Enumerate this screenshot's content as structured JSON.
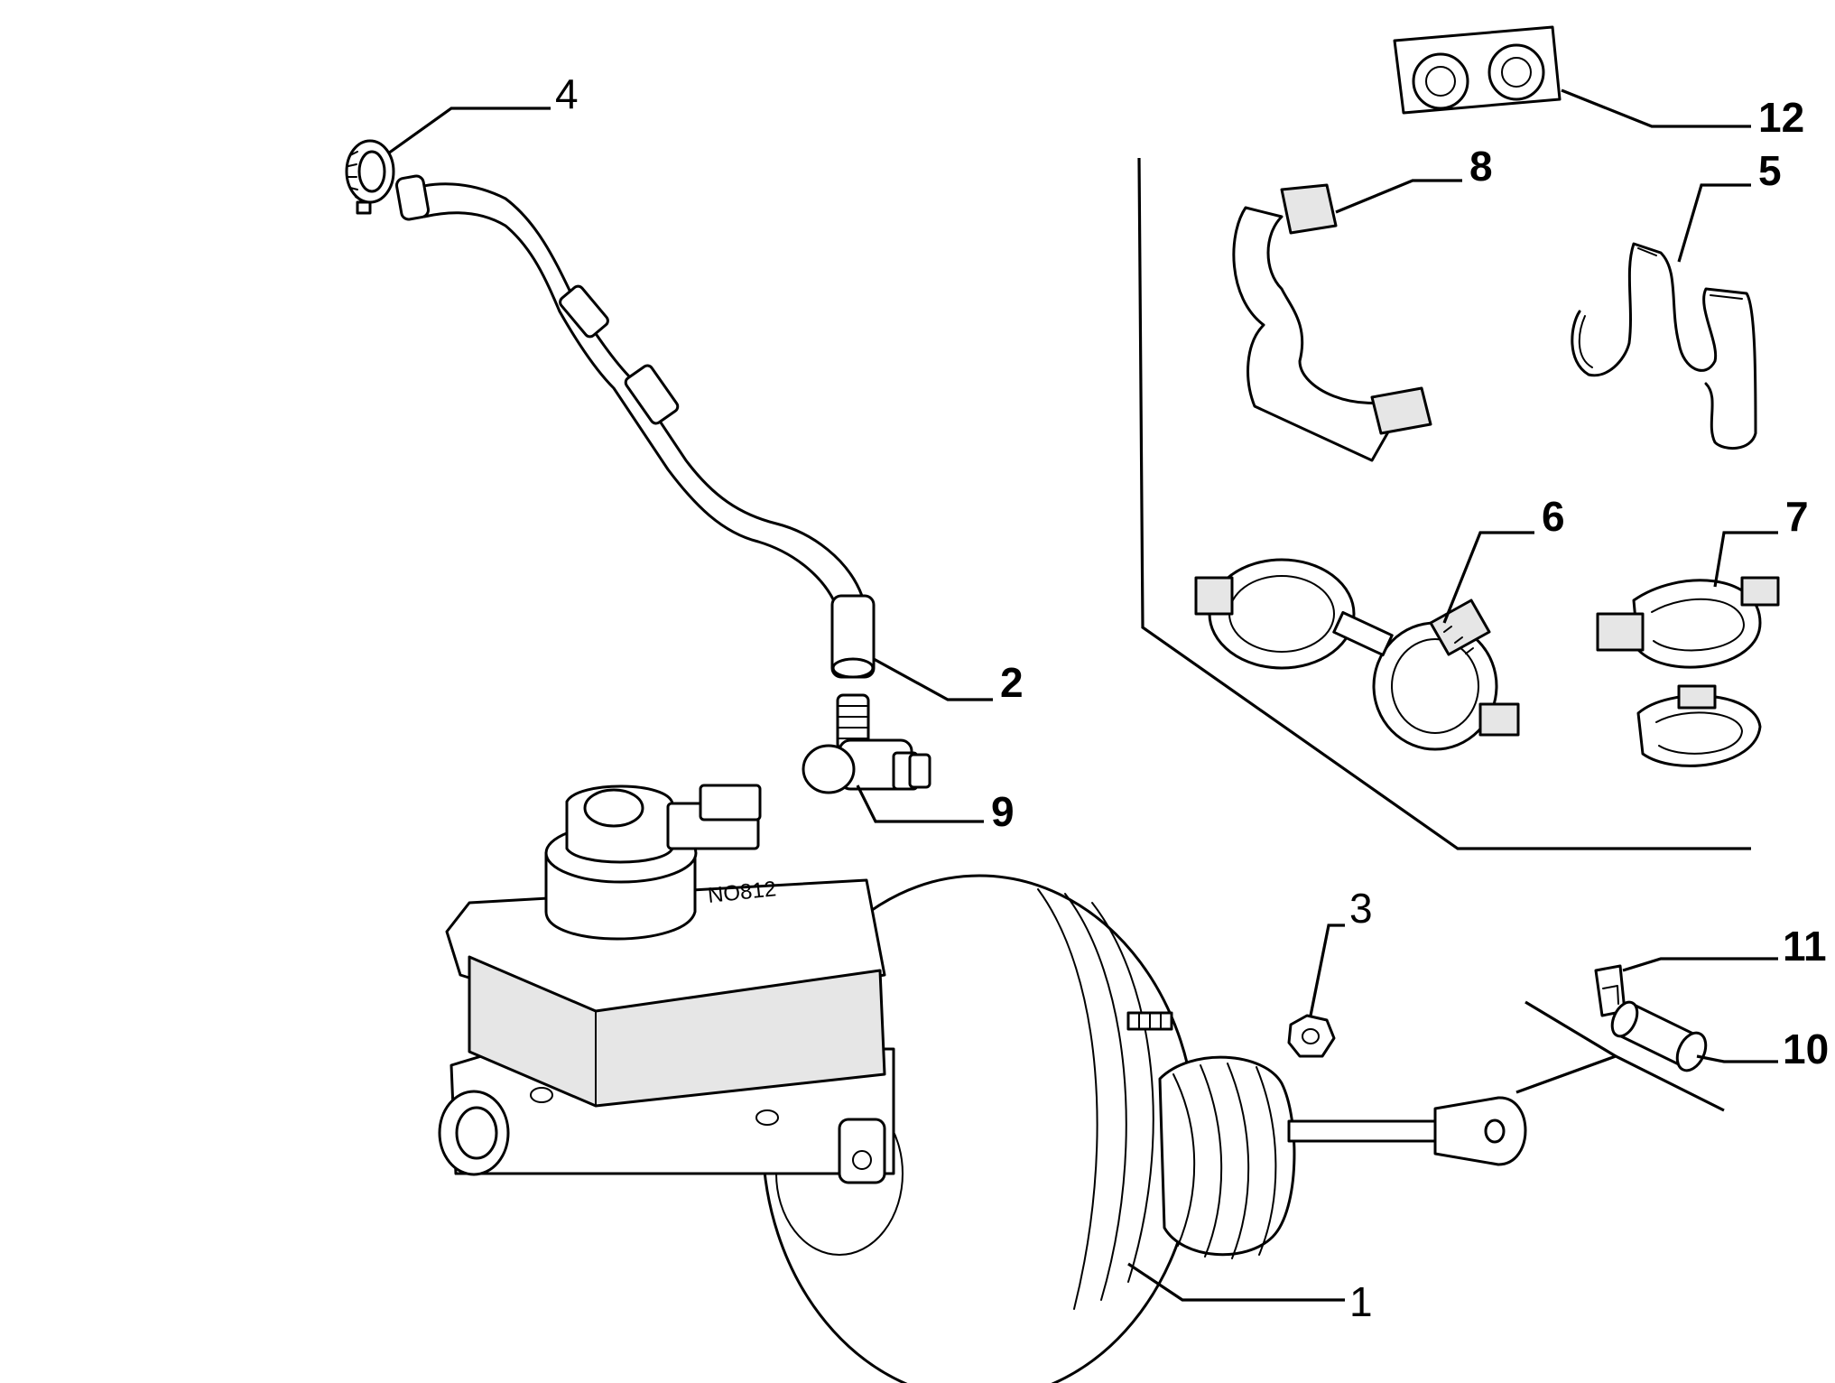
{
  "callouts": {
    "c1": "1",
    "c2": "2",
    "c3": "3",
    "c4": "4",
    "c5": "5",
    "c6": "6",
    "c7": "7",
    "c8": "8",
    "c9": "9",
    "c10": "10",
    "c11": "11",
    "c12": "12"
  },
  "parts": {
    "booster_plate": "NO812"
  }
}
